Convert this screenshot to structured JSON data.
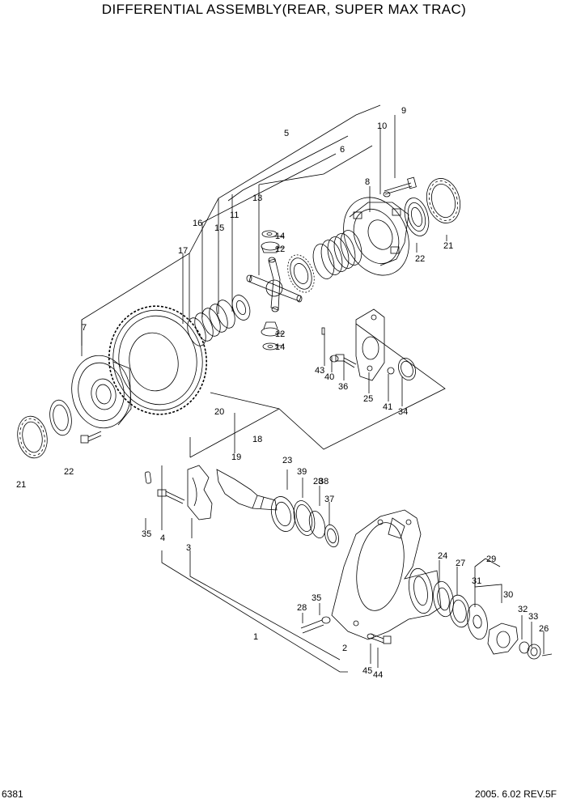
{
  "title": "DIFFERENTIAL ASSEMBLY(REAR, SUPER MAX TRAC)",
  "page_number": "6381",
  "revision": "2005. 6.02  REV.5F",
  "callouts": [
    "1",
    "2",
    "3",
    "4",
    "5",
    "6",
    "7",
    "8",
    "9",
    "10",
    "11",
    "12",
    "12",
    "13",
    "14",
    "14",
    "15",
    "16",
    "17",
    "18",
    "19",
    "20",
    "21",
    "21",
    "22",
    "22",
    "23",
    "24",
    "25",
    "26",
    "27",
    "28",
    "28",
    "29",
    "30",
    "31",
    "32",
    "33",
    "34",
    "35",
    "35",
    "36",
    "37",
    "38",
    "39",
    "40",
    "41",
    "43",
    "44",
    "45"
  ]
}
